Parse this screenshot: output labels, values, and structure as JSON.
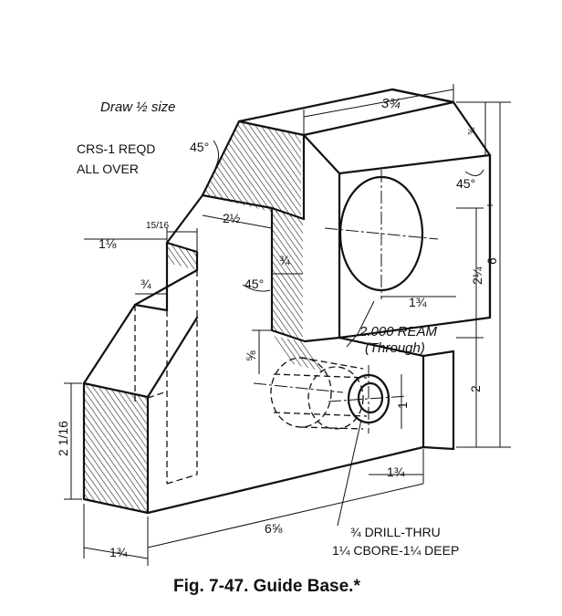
{
  "notes": {
    "scale": "Draw ½ size",
    "material": "CRS-1 REQD",
    "finish": "ALL OVER"
  },
  "dimensions": {
    "top_width": "3¾",
    "top_chamfer": "⅝",
    "chamfer_angle_left": "45°",
    "chamfer_angle_right": "45°",
    "slope_length": "2½",
    "step_width": "1⅛",
    "step_offset": "15/16",
    "slot_width_upper": "¾",
    "slot_width_lower": "¾",
    "slot_angle": "45°",
    "total_height": "6",
    "upper_height": "2¼",
    "hole_height": "2",
    "bore_offset": "1¾",
    "cbore_height": "1",
    "cbore_offset": "1¾",
    "slot_depth": "⅝",
    "base_height": "2 1/16",
    "base_depth": "1¾",
    "overall_length": "6⅝"
  },
  "callouts": {
    "ream_line1": "2.000 REAM",
    "ream_line2": "(Through)",
    "drill_line1": "¾ DRILL-THRU",
    "drill_line2": "1¼ CBORE-1¼ DEEP"
  },
  "caption": "Fig. 7-47. Guide Base.*"
}
